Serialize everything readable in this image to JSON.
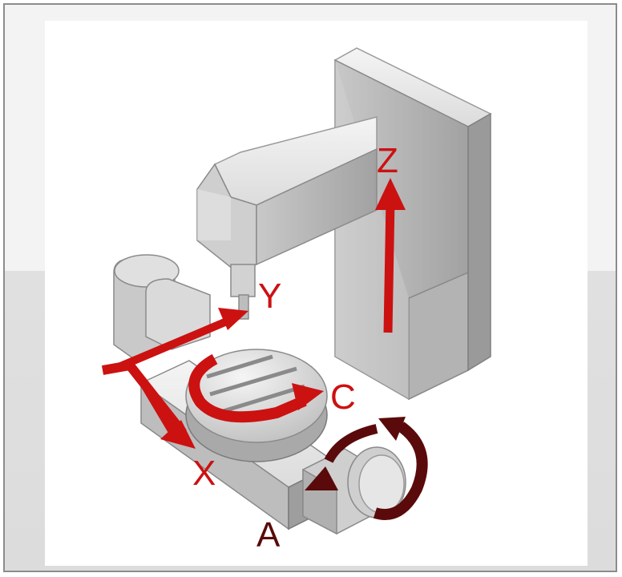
{
  "diagram": {
    "axes": [
      {
        "id": "x",
        "label": "X",
        "color": "#cc1111"
      },
      {
        "id": "y",
        "label": "Y",
        "color": "#cc1111"
      },
      {
        "id": "z",
        "label": "Z",
        "color": "#cc1111"
      },
      {
        "id": "c",
        "label": "C",
        "color": "#cc1111"
      },
      {
        "id": "a",
        "label": "A",
        "color": "#5a0a0a"
      }
    ],
    "colors": {
      "axis_red": "#cc1111",
      "axis_dark": "#5a0a0a",
      "machine_light": "#e8e8e8",
      "machine_mid": "#c4c4c4",
      "machine_dark": "#9a9a9a"
    }
  }
}
